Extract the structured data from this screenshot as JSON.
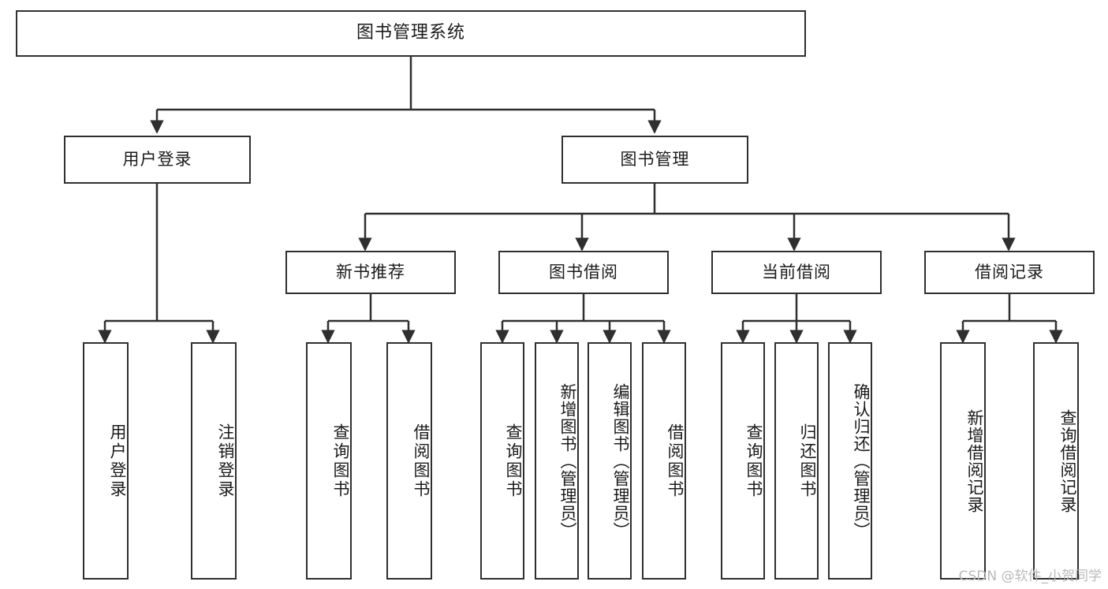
{
  "diagram": {
    "type": "tree",
    "title": "图书管理系统",
    "background": "#ffffff",
    "line_color": "#2f2f2f",
    "text_color": "#1b1b1b"
  },
  "root": {
    "label": "图书管理系统"
  },
  "level1": [
    {
      "label": "用户登录"
    },
    {
      "label": "图书管理"
    }
  ],
  "level2": [
    {
      "label": "新书推荐"
    },
    {
      "label": "图书借阅"
    },
    {
      "label": "当前借阅"
    },
    {
      "label": "借阅记录"
    }
  ],
  "leaves": {
    "user_login": [
      {
        "label": "用户登录"
      },
      {
        "label": "注销登录"
      }
    ],
    "new_book": [
      {
        "label": "查询图书"
      },
      {
        "label": "借阅图书"
      }
    ],
    "borrow_book": [
      {
        "label": "查询图书"
      },
      {
        "label": "新增图书（管理员）"
      },
      {
        "label": "编辑图书（管理员）"
      },
      {
        "label": "借阅图书"
      }
    ],
    "current_borrow": [
      {
        "label": "查询图书"
      },
      {
        "label": "归还图书"
      },
      {
        "label": "确认归还（管理员）"
      }
    ],
    "borrow_record": [
      {
        "label": "新增借阅记录"
      },
      {
        "label": "查询借阅记录"
      }
    ]
  },
  "watermark": {
    "text": "CSDN @软件_小贺同学"
  }
}
